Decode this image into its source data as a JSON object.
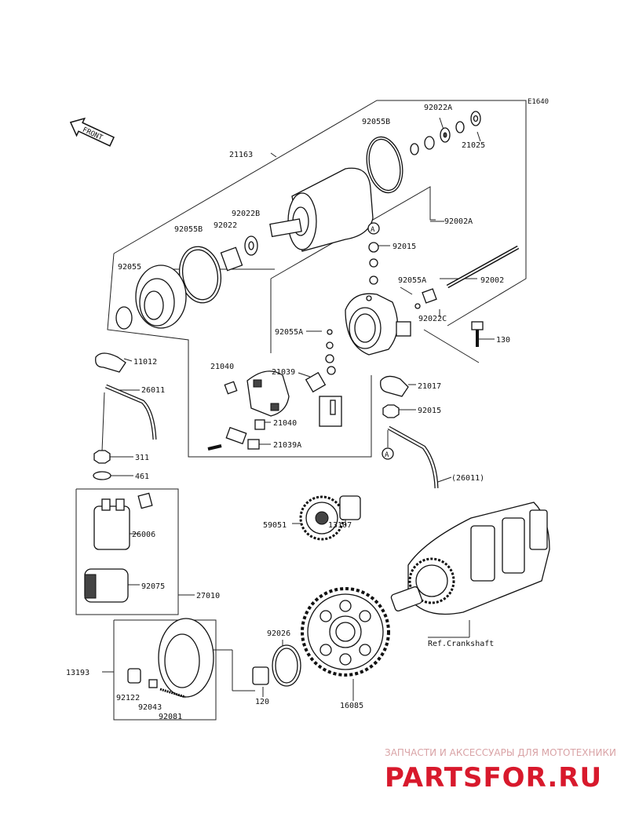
{
  "diagram": {
    "code": "E1640",
    "front_label": "FRONT",
    "ref_mark": "A",
    "parts": {
      "p21163": "21163",
      "p92055B_top": "92055B",
      "p92022A": "92022A",
      "p21025": "21025",
      "p92002A": "92002A",
      "p92022B": "92022B",
      "p92055B_mid": "92055B",
      "p92022": "92022",
      "p92055": "92055",
      "p92015_top": "92015",
      "p92055A_r": "92055A",
      "p92002": "92002",
      "p92022C": "92022C",
      "p130": "130",
      "p92055A_l": "92055A",
      "p11012": "11012",
      "p21040_a": "21040",
      "p21039": "21039",
      "p26011": "26011",
      "p21017": "21017",
      "p92015_bot": "92015",
      "p21040_b": "21040",
      "p21039A": "21039A",
      "p311": "311",
      "p461": "461",
      "p26011b": "(26011)",
      "p26006": "26006",
      "p59051": "59051",
      "p13107": "13107",
      "p92075": "92075",
      "p27010": "27010",
      "p92026": "92026",
      "p13193": "13193",
      "p92122": "92122",
      "p92043": "92043",
      "p92081": "92081",
      "p120": "120",
      "p16085": "16085",
      "ref_crank": "Ref.Crankshaft"
    }
  },
  "watermark": {
    "tagline": "ЗАПЧАСТИ И АКСЕССУАРЫ ДЛЯ МОТОТЕХНИКИ",
    "brand": "PARTSFOR.RU",
    "brand_color": "#d8192c"
  }
}
